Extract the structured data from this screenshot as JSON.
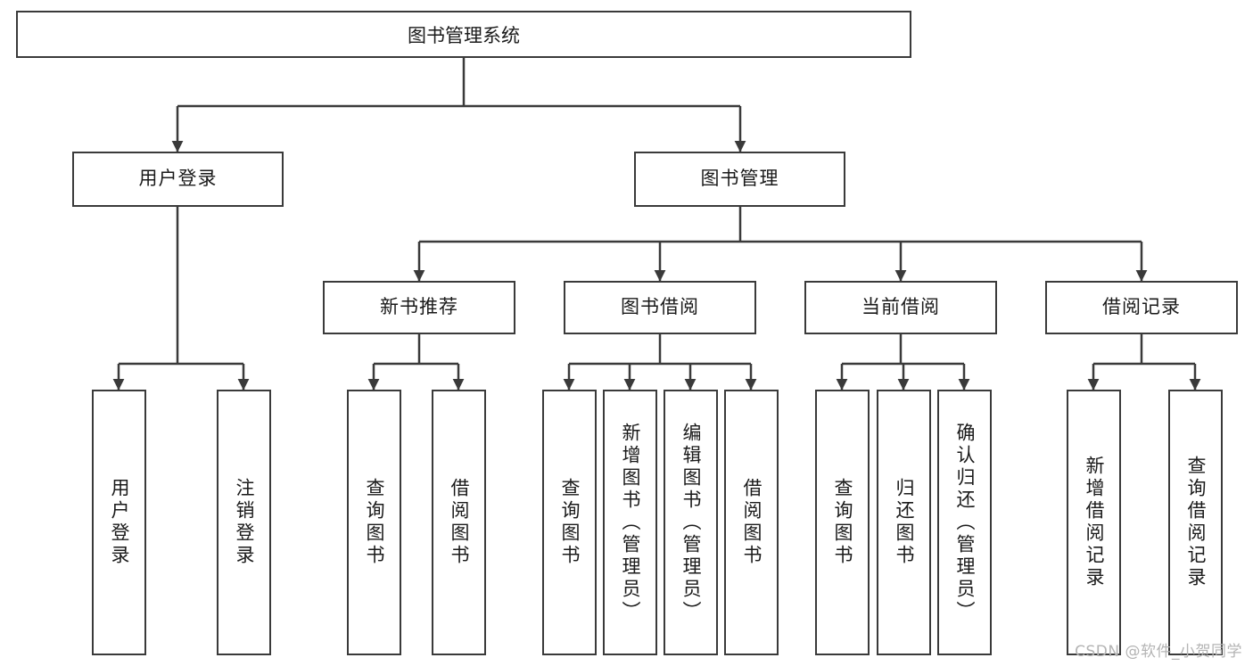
{
  "diagram": {
    "title_node": {
      "label": "图书管理系统"
    },
    "colors": {
      "stroke": "#3a3a3a",
      "box_fill": "#ffffff",
      "text": "#1a1a1a",
      "watermark": "#b4b4b4",
      "background": "#ffffff"
    },
    "level1": [
      {
        "id": "user-login",
        "label": "用户登录"
      },
      {
        "id": "book-management",
        "label": "图书管理"
      }
    ],
    "level2": [
      {
        "id": "new-book-recommend",
        "label": "新书推荐"
      },
      {
        "id": "book-borrow",
        "label": "图书借阅"
      },
      {
        "id": "current-borrow",
        "label": "当前借阅"
      },
      {
        "id": "borrow-record",
        "label": "借阅记录"
      }
    ],
    "leaves": {
      "user_login": [
        {
          "id": "leaf-user-login",
          "label": "用户登录"
        },
        {
          "id": "leaf-logout-login",
          "label": "注销登录"
        }
      ],
      "new_book_recommend": [
        {
          "id": "leaf-query-book-1",
          "label": "查询图书"
        },
        {
          "id": "leaf-borrow-book-1",
          "label": "借阅图书"
        }
      ],
      "book_borrow": [
        {
          "id": "leaf-query-book-2",
          "label": "查询图书"
        },
        {
          "id": "leaf-add-book",
          "label": "新增图书（管理员）"
        },
        {
          "id": "leaf-edit-book",
          "label": "编辑图书（管理员）"
        },
        {
          "id": "leaf-borrow-book-2",
          "label": "借阅图书"
        }
      ],
      "current_borrow": [
        {
          "id": "leaf-query-book-3",
          "label": "查询图书"
        },
        {
          "id": "leaf-return-book",
          "label": "归还图书"
        },
        {
          "id": "leaf-confirm-return",
          "label": "确认归还（管理员）"
        }
      ],
      "borrow_record": [
        {
          "id": "leaf-add-record",
          "label": "新增借阅记录"
        },
        {
          "id": "leaf-query-record",
          "label": "查询借阅记录"
        }
      ]
    }
  },
  "watermark": {
    "text": "CSDN @软件_小贺同学"
  }
}
